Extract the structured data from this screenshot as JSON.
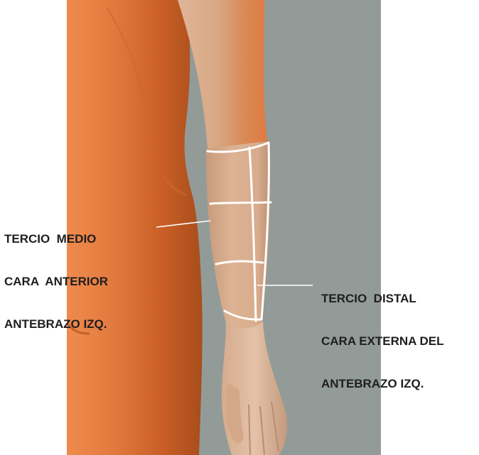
{
  "annotations": {
    "left": {
      "lines": [
        "TERCIO  MEDIO",
        "CARA  ANTERIOR",
        "ANTEBRAZO IZQ."
      ]
    },
    "right": {
      "lines": [
        "TERCIO  DISTAL",
        "CARA EXTERNA DEL",
        "ANTEBRAZO IZQ."
      ]
    }
  },
  "colors": {
    "background": "#939b98",
    "skin_torso": "#e07a40",
    "skin_arm": "#dcb191",
    "grid_lines": "#ffffff",
    "text": "#1e1e1e"
  }
}
